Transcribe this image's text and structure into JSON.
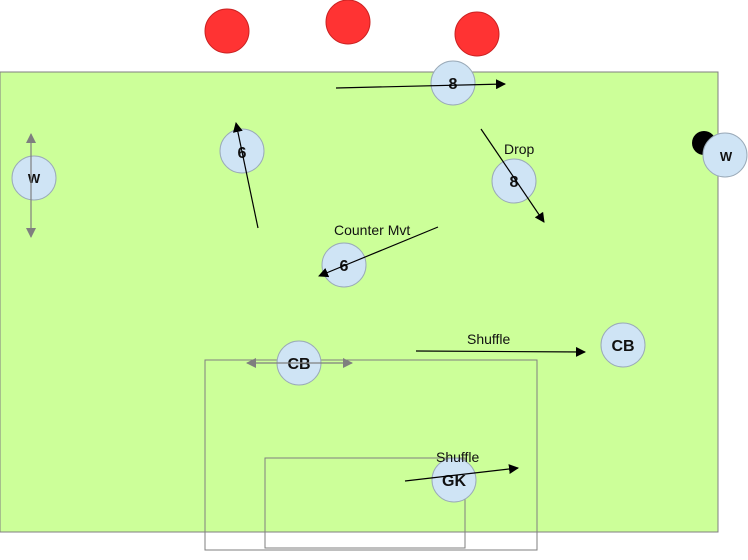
{
  "colors": {
    "pitch": "#ccff99",
    "pitch_line": "#7f7f7f",
    "player_fill": "#cfe4f5",
    "player_stroke": "#9aaab8",
    "opponent": "#ff3333",
    "ball": "#000000",
    "arrow": "#000000",
    "gray_arrow": "#7f7f7f"
  },
  "players": {
    "w_left": "W",
    "w_right": "W",
    "six_top": "6",
    "six_mid": "6",
    "eight_top": "8",
    "eight_drop": "8",
    "cb_left": "CB",
    "cb_right": "CB",
    "gk": "GK"
  },
  "annotations": {
    "drop": "Drop",
    "counter": "Counter Mvt",
    "shuffle_cb": "Shuffle",
    "shuffle_gk": "Shuffle"
  },
  "icons": {
    "opponent": "red-circle-icon",
    "ball": "ball-icon"
  }
}
